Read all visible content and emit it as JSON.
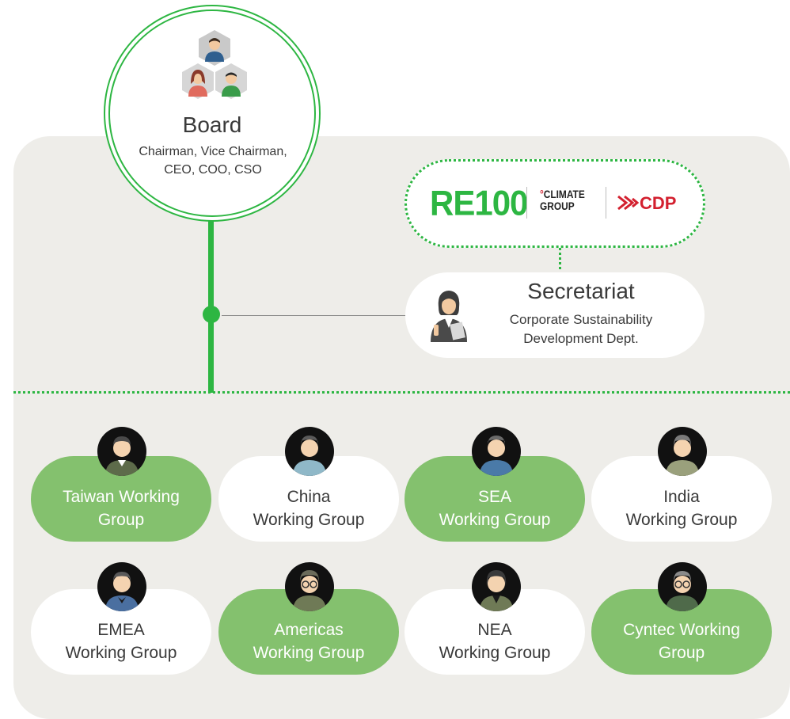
{
  "board": {
    "title": "Board",
    "members_line1": "Chairman, Vice Chairman,",
    "members_line2": "CEO, COO, CSO"
  },
  "initiatives": {
    "re100": "RE100",
    "climate_group_line1": "CLIMATE",
    "climate_group_line2": "GROUP",
    "cdp": "CDP"
  },
  "secretariat": {
    "title": "Secretariat",
    "dept_line1": "Corporate Sustainability",
    "dept_line2": "Development Dept."
  },
  "working_groups": [
    {
      "line1": "Taiwan Working",
      "line2": "Group",
      "style": "green"
    },
    {
      "line1": "China",
      "line2": "Working Group",
      "style": "white"
    },
    {
      "line1": "SEA",
      "line2": "Working Group",
      "style": "green"
    },
    {
      "line1": "India",
      "line2": "Working Group",
      "style": "white"
    },
    {
      "line1": "EMEA",
      "line2": "Working Group",
      "style": "white"
    },
    {
      "line1": "Americas",
      "line2": "Working Group",
      "style": "green"
    },
    {
      "line1": "NEA",
      "line2": "Working Group",
      "style": "white"
    },
    {
      "line1": "Cyntec Working",
      "line2": "Group",
      "style": "green"
    }
  ],
  "colors": {
    "accent_green": "#2db642",
    "group_green": "#84c16e",
    "panel_bg": "#eeede9",
    "cdp_red": "#d3202f"
  }
}
